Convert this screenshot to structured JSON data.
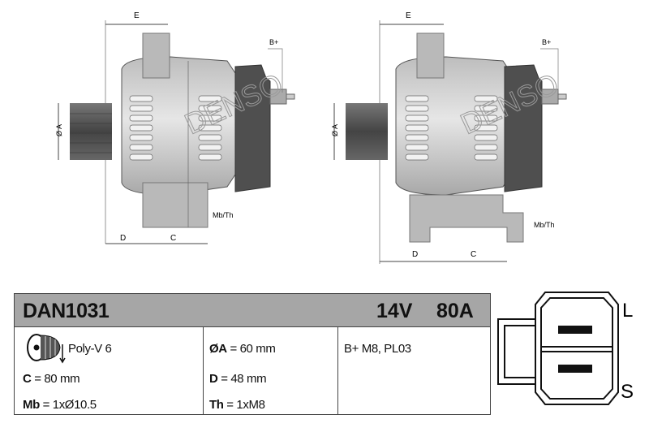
{
  "brand_watermark": "DENSO",
  "drawings": {
    "labels": {
      "E": "E",
      "D": "D",
      "C": "C",
      "A": "Ø A",
      "b_plus": "B+",
      "mb_th": "Mb/Th"
    }
  },
  "spec": {
    "part_number": "DAN1031",
    "voltage": "14V",
    "amperage": "80A",
    "pulley": "Poly-V 6",
    "pulley_icon": "pulley-icon",
    "c_key": "C",
    "c_val": " = 80 mm",
    "mb_key": "Mb",
    "mb_val": " = 1xØ10.5",
    "a_key": "ØA",
    "a_val": " = 60 mm",
    "d_key": "D",
    "d_val": " = 48 mm",
    "th_key": "Th",
    "th_val": " = 1xM8",
    "terminal": "B+ M8, PL03"
  },
  "connector": {
    "top_label": "L",
    "bottom_label": "S"
  },
  "colors": {
    "header": "#a6a6a6",
    "body": "#c8c8c8",
    "rear_cover": "#555555"
  }
}
